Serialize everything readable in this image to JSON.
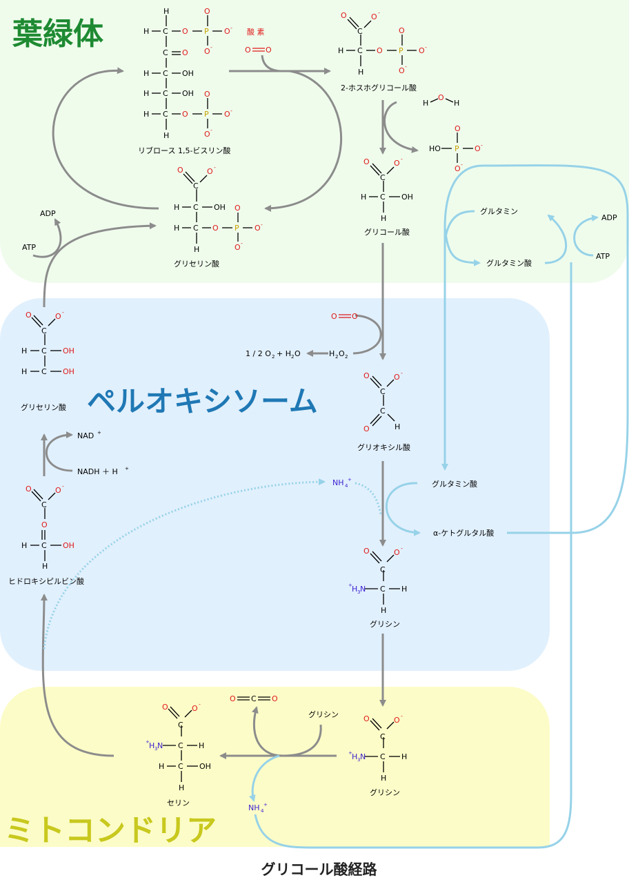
{
  "title": "グリコール酸経路",
  "regions": {
    "chloroplast": "葉緑体",
    "peroxisome": "ペルオキシソーム",
    "mitochondria": "ミトコンドリア"
  },
  "compounds": {
    "rubp": "リブロース 1,5-ビスリン酸",
    "oxygen": "酸 素",
    "phosphoglycolate": "2-ホスホグリコール酸",
    "glycolate": "グリコール酸",
    "glycerate_chloroplast": "グリセリン酸",
    "glycerate_peroxisome": "グリセリン酸",
    "glyoxylate": "グリオキシル酸",
    "glycine_peroxisome": "グリシン",
    "glycine_mito": "グリシン",
    "glycine_input": "グリシン",
    "serine": "セリン",
    "hydroxypyruvate": "ヒドロキシピルビン酸",
    "glutamine": "グルタミン",
    "glutamate": "グルタミン酸",
    "glutamate_perox": "グルタミン酸",
    "akg": "α-ケトグルタル酸"
  },
  "cofactors": {
    "adp_left": "ADP",
    "atp_left": "ATP",
    "adp_right": "ADP",
    "atp_right": "ATP",
    "nad": "NAD",
    "nadh": "NADH ＋ H",
    "h2o2_products": "1 / 2 O",
    "h2o2": "H"
  },
  "colors": {
    "chloroplast": "#effcec",
    "peroxisome": "#e1f0fd",
    "mitochondria": "#fcfcc8",
    "chloroplast_title": "#1e8a32",
    "peroxisome_title": "#1f78b4",
    "mitochondria_title": "#c8c81e",
    "arrow_grey": "#8c8c8c",
    "arrow_blue": "#96d2e8",
    "oxygen_red": "#e01818",
    "phosphorus": "#c8a000",
    "nitrogen": "#3a1fd0"
  }
}
